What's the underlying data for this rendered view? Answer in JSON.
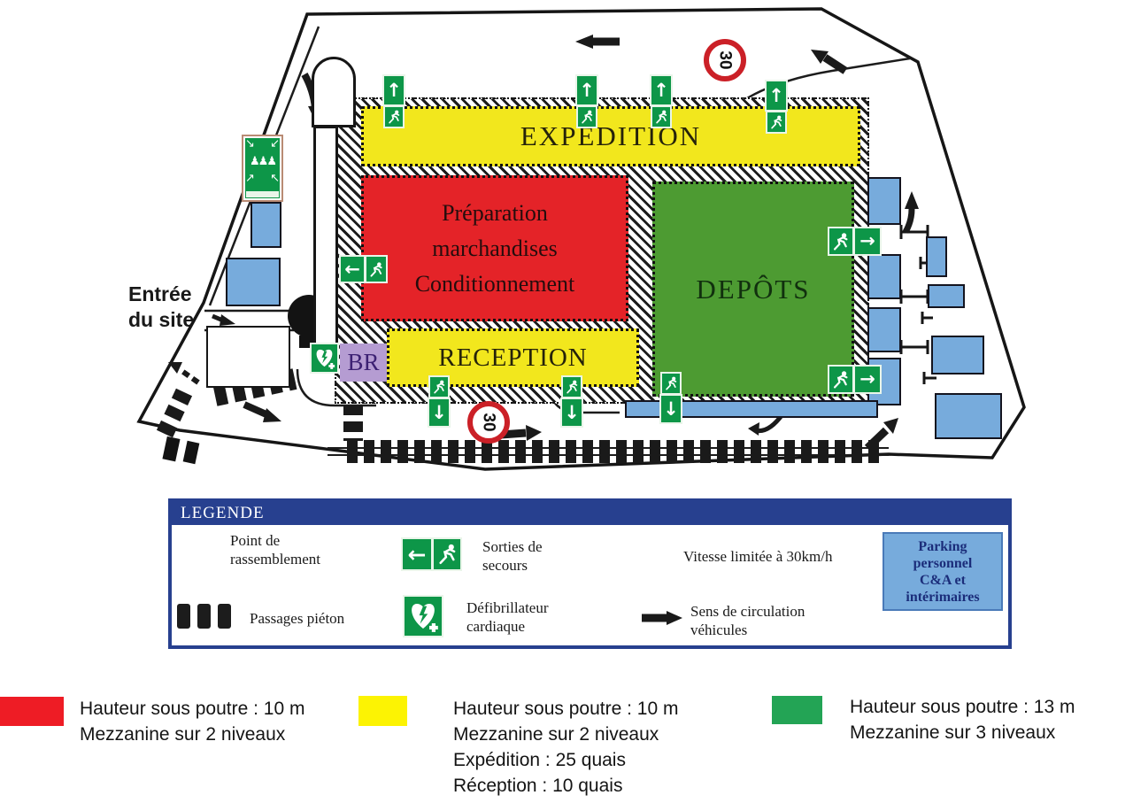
{
  "plan": {
    "entrance_label": "Entrée\ndu site",
    "speed_limit": "30",
    "zones": {
      "expedition": "EXPEDITION",
      "preparation": "Préparation\nmarchandises\nConditionnement",
      "depots": "DEPÔTS",
      "reception": "RECEPTION",
      "br": "BR"
    }
  },
  "legend": {
    "title": "LEGENDE",
    "rassemblement": "Point de\nrassemblement",
    "passages": "Passages piéton",
    "sorties": "Sorties de\nsecours",
    "defibrillateur": "Défibrillateur\ncardiaque",
    "vitesse": "Vitesse limitée  à 30km/h",
    "speed_sign": "30",
    "sens": "Sens de circulation\nvéhicules",
    "parking": "Parking\npersonnel\nC&A et\nintérimaires"
  },
  "key": {
    "red": {
      "color": "#ee1c25",
      "text": "Hauteur sous poutre : 10 m\nMezzanine sur 2 niveaux"
    },
    "yellow": {
      "color": "#fcf303",
      "text": "Hauteur sous poutre : 10 m\nMezzanine sur 2 niveaux\nExpédition : 25 quais\nRéception : 10 quais"
    },
    "green": {
      "color": "#23a455",
      "text": "Hauteur sous poutre : 13 m\nMezzanine sur 3 niveaux"
    }
  },
  "colors": {
    "zone_yellow": "#f2e71d",
    "zone_red": "#e42328",
    "zone_green": "#4d9b32",
    "exit_sign_green": "#0d9648",
    "parking_blue": "#77abdc",
    "legend_blue": "#27408f",
    "br_purple": "#b59cd2",
    "speed_ring_red": "#cb2027"
  }
}
